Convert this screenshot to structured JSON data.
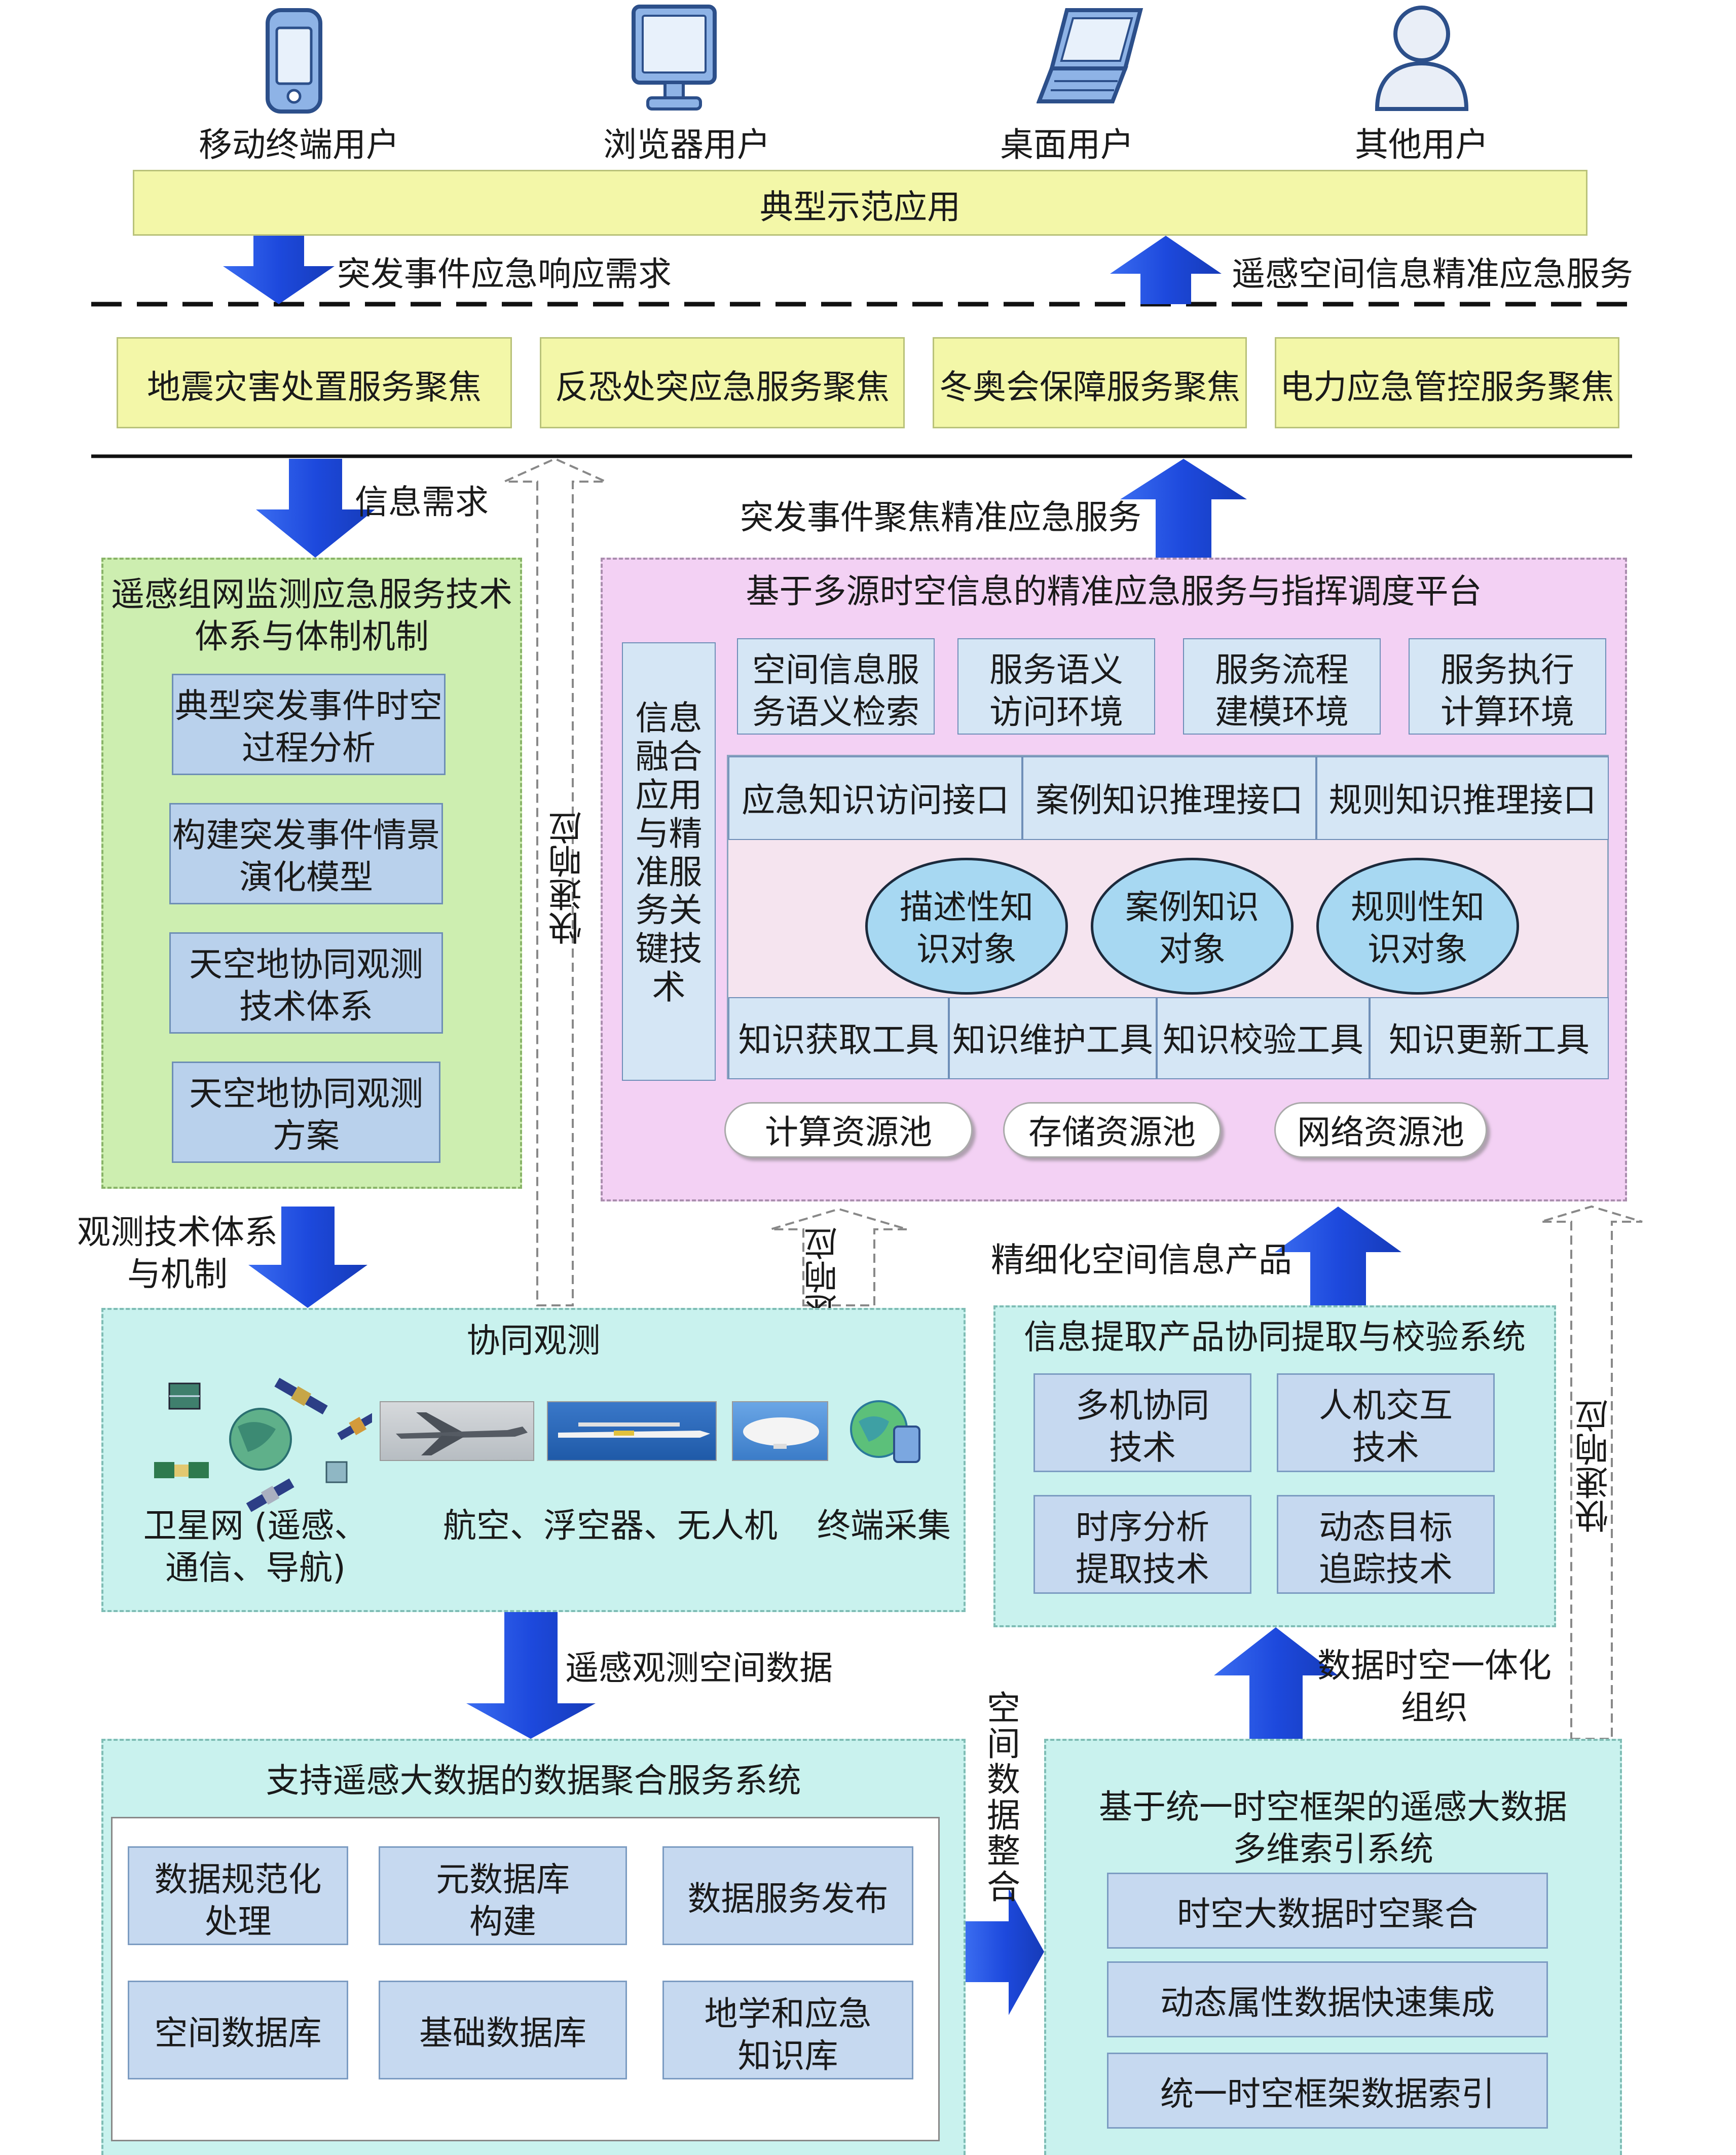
{
  "users": {
    "mobile": "移动终端用户",
    "browser": "浏览器用户",
    "desktop": "桌面用户",
    "other": "其他用户"
  },
  "top_banner": "典型示范应用",
  "arrows": {
    "emergency_demand": "突发事件应急响应需求",
    "precise_service": "遥感空间信息精准应急服务",
    "info_demand": "信息需求",
    "focused_service": "突发事件聚焦精准应急服务",
    "fast_response": "快速响应",
    "obs_system": "观测技术体系\n与机制",
    "refined_product": "精细化空间信息产品",
    "rs_data": "遥感观测空间数据",
    "spatial_integration": "空\n间\n数\n据\n整\n合",
    "spatiotemporal_org": "数据时空一体化\n组织"
  },
  "services": [
    "地震灾害处置服务聚焦",
    "反恐处突应急服务聚焦",
    "冬奥会保障服务聚焦",
    "电力应急管控服务聚焦"
  ],
  "left_panel": {
    "title": "遥感组网监测应急服务技术\n体系与体制机制",
    "items": [
      "典型突发事件时空\n过程分析",
      "构建突发事件情景\n演化模型",
      "天空地协同观测\n技术体系",
      "天空地协同观测\n方案"
    ]
  },
  "platform": {
    "title": "基于多源时空信息的精准应急服务与指挥调度平台",
    "side_label": "信息\n融合\n应用\n与精\n准服\n务关\n键技\n术",
    "env_boxes": [
      "空间信息服\n务语义检索",
      "服务语义\n访问环境",
      "服务流程\n建模环境",
      "服务执行\n计算环境"
    ],
    "interfaces": [
      "应急知识访问接口",
      "案例知识推理接口",
      "规则知识推理接口"
    ],
    "knowledge_objects": [
      "描述性知\n识对象",
      "案例知识\n对象",
      "规则性知\n识对象"
    ],
    "tools": [
      "知识获取工具",
      "知识维护工具",
      "知识校验工具",
      "知识更新工具"
    ],
    "pools": [
      "计算资源池",
      "存储资源池",
      "网络资源池"
    ]
  },
  "observation": {
    "title": "协同观测",
    "satellite_label": "卫星网 (遥感、\n通信、导航)",
    "air_label": "航空、浮空器、无人机",
    "terminal_label": "终端采集"
  },
  "extraction": {
    "title": "信息提取产品协同提取与校验系统",
    "items": [
      "多机协同\n技术",
      "人机交互\n技术",
      "时序分析\n提取技术",
      "动态目标\n追踪技术"
    ]
  },
  "aggregation": {
    "title": "支持遥感大数据的数据聚合服务系统",
    "items": [
      "数据规范化\n处理",
      "元数据库\n构建",
      "数据服务发布",
      "空间数据库",
      "基础数据库",
      "地学和应急\n知识库"
    ]
  },
  "index_system": {
    "title": "基于统一时空框架的遥感大数据\n多维索引系统",
    "items": [
      "时空大数据时空聚合",
      "动态属性数据快速集成",
      "统一时空框架数据索引"
    ]
  },
  "colors": {
    "arrow_blue": "#1f4fe0",
    "yellow_box": "#f3f7a8",
    "green_group": "#cdeeb0",
    "cyan_group": "#c9f2ee",
    "pink_group": "#f3d1f4"
  }
}
